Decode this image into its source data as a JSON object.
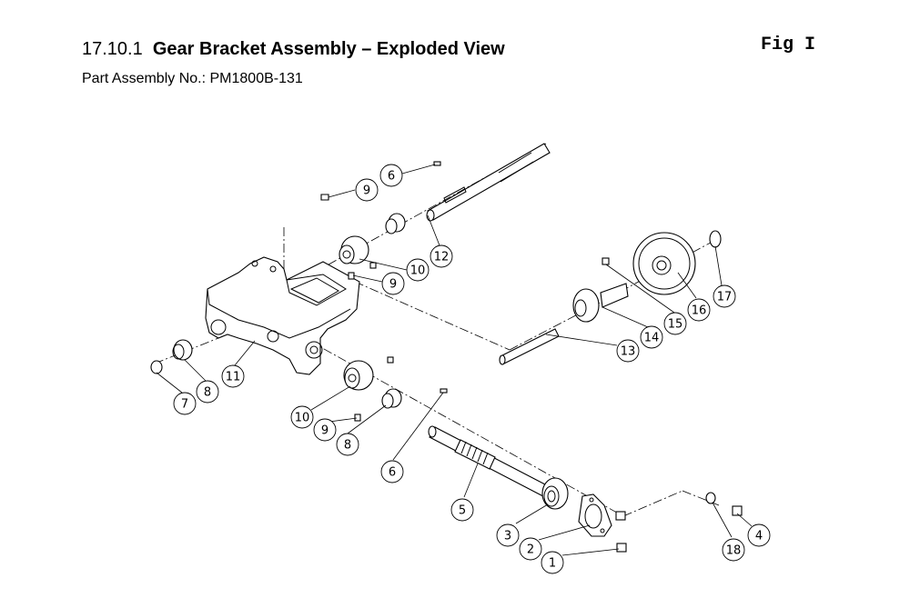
{
  "header": {
    "section_number": "17.10.1",
    "title": "Gear Bracket Assembly – Exploded View",
    "assembly_label": "Part Assembly No.:",
    "assembly_number": "PM1800B-131",
    "figure_label": "Fig I"
  },
  "callouts": [
    {
      "id": "c6a",
      "text": "6"
    },
    {
      "id": "c9a",
      "text": "9"
    },
    {
      "id": "c12",
      "text": "12"
    },
    {
      "id": "c10a",
      "text": "10"
    },
    {
      "id": "c9b",
      "text": "9"
    },
    {
      "id": "c17",
      "text": "17"
    },
    {
      "id": "c16",
      "text": "16"
    },
    {
      "id": "c15",
      "text": "15"
    },
    {
      "id": "c14",
      "text": "14"
    },
    {
      "id": "c13",
      "text": "13"
    },
    {
      "id": "c11",
      "text": "11"
    },
    {
      "id": "c8a",
      "text": "8"
    },
    {
      "id": "c7",
      "text": "7"
    },
    {
      "id": "c10b",
      "text": "10"
    },
    {
      "id": "c9c",
      "text": "9"
    },
    {
      "id": "c8b",
      "text": "8"
    },
    {
      "id": "c6b",
      "text": "6"
    },
    {
      "id": "c5",
      "text": "5"
    },
    {
      "id": "c3",
      "text": "3"
    },
    {
      "id": "c2",
      "text": "2"
    },
    {
      "id": "c1",
      "text": "1"
    },
    {
      "id": "c18",
      "text": "18"
    },
    {
      "id": "c4",
      "text": "4"
    }
  ]
}
